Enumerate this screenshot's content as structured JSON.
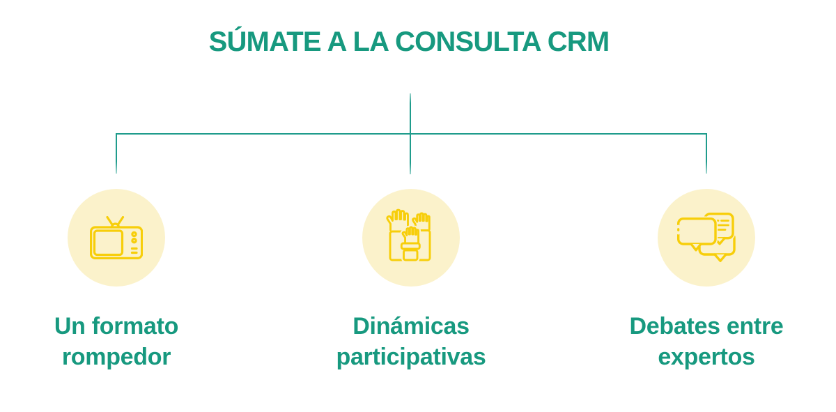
{
  "title": "SÚMATE A LA CONSULTA CRM",
  "columns": [
    {
      "icon": "tv-icon",
      "label": "Un formato rompedor"
    },
    {
      "icon": "raised-hands-icon",
      "label": "Dinámicas participativas"
    },
    {
      "icon": "chat-bubbles-icon",
      "label": "Debates entre expertos"
    }
  ],
  "colors": {
    "teal_text": "#17997F",
    "teal_line": "#1F9C8C",
    "icon_stroke": "#F7CE0A",
    "icon_circle_fill": "#FBF2CB",
    "background": "#FFFFFF"
  }
}
